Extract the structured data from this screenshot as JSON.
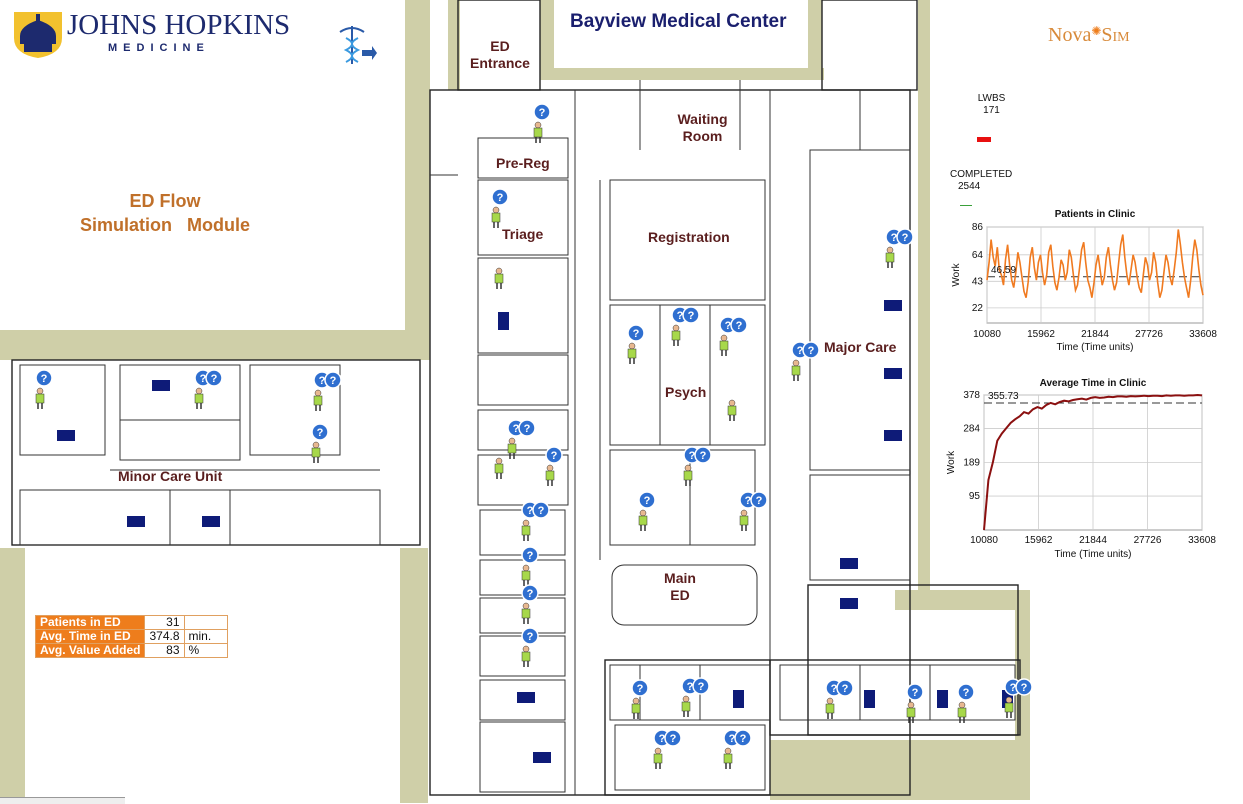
{
  "header": {
    "logo_main": "JOHNS HOPKINS",
    "logo_sub": "MEDICINE",
    "facility_title": "Bayview Medical Center",
    "brand_left": "Nova",
    "brand_right": "Sim",
    "module_line1": "ED Flow",
    "module_line2": "Simulation   Module"
  },
  "rooms": {
    "ed_entrance": "ED Entrance",
    "waiting_room": "Waiting Room",
    "pre_reg": "Pre-Reg",
    "triage": "Triage",
    "registration": "Registration",
    "psych": "Psych",
    "major_care": "Major Care",
    "minor_care": "Minor Care Unit",
    "main_ed": "Main ED"
  },
  "stats": {
    "lwbs_label": "LWBS",
    "lwbs_value": "171",
    "lwbs_color": "#e81010",
    "completed_label": "COMPLETED",
    "completed_value": "2544",
    "completed_color": "#3aa03a"
  },
  "kpi_table": {
    "rows": [
      {
        "label": "Patients in ED",
        "value": "31",
        "unit": ""
      },
      {
        "label": "Avg. Time in ED",
        "value": "374.8",
        "unit": "min."
      },
      {
        "label": "Avg. Value Added",
        "value": "83",
        "unit": "%"
      }
    ]
  },
  "chart_data": [
    {
      "type": "line",
      "title": "Patients in Clinic",
      "xlabel": "Time (Time units)",
      "ylabel": "Work",
      "x_ticks": [
        "10080",
        "15962",
        "21844",
        "27726",
        "33608"
      ],
      "y_ticks": [
        "86",
        "64",
        "43",
        "22"
      ],
      "xlim": [
        10080,
        33608
      ],
      "ylim": [
        10,
        86
      ],
      "mean_label": "46.59",
      "mean_value": 46.59,
      "series": [
        {
          "color": "#f07a20",
          "values": [
            44,
            58,
            76,
            62,
            55,
            70,
            52,
            48,
            40,
            60,
            72,
            56,
            44,
            38,
            50,
            66,
            58,
            46,
            35,
            30,
            42,
            62,
            70,
            54,
            44,
            58,
            64,
            50,
            40,
            48,
            66,
            72,
            55,
            42,
            36,
            46,
            60,
            56,
            44,
            50,
            68,
            62,
            48,
            36,
            40,
            54,
            68,
            74,
            58,
            44,
            38,
            30,
            42,
            56,
            64,
            52,
            40,
            46,
            62,
            70,
            56,
            44,
            36,
            42,
            58,
            72,
            80,
            62,
            48,
            40,
            52,
            64,
            58,
            46,
            38,
            34,
            48,
            62,
            56,
            44,
            50,
            66,
            58,
            42,
            30,
            36,
            50,
            64,
            58,
            46,
            40,
            52,
            66,
            84,
            72,
            58,
            46,
            38,
            30,
            44,
            62,
            76,
            68,
            52,
            40,
            32
          ]
        }
      ]
    },
    {
      "type": "line",
      "title": "Average Time in Clinic",
      "xlabel": "Time (Time units)",
      "ylabel": "Work",
      "x_ticks": [
        "10080",
        "15962",
        "21844",
        "27726",
        "33608"
      ],
      "y_ticks": [
        "378",
        "284",
        "189",
        "95"
      ],
      "xlim": [
        10080,
        33608
      ],
      "ylim": [
        0,
        378
      ],
      "mean_label": "355.73",
      "mean_value": 355.73,
      "series": [
        {
          "color": "#8b1010",
          "values": [
            0,
            140,
            190,
            250,
            270,
            285,
            300,
            310,
            318,
            330,
            326,
            338,
            344,
            340,
            350,
            356,
            352,
            358,
            362,
            360,
            364,
            366,
            368,
            365,
            370,
            372,
            370,
            371,
            373,
            372,
            374,
            374,
            373,
            375,
            374,
            375,
            376,
            375,
            376,
            376,
            375,
            377,
            376,
            377,
            377,
            376,
            377,
            377,
            378,
            377
          ]
        }
      ]
    }
  ]
}
